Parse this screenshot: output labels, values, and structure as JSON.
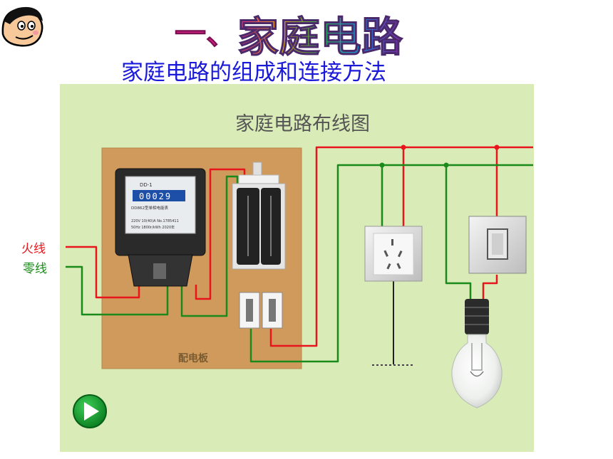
{
  "slide": {
    "section_heading": "一、家庭电路",
    "section_heading_prefix": "一、",
    "section_heading_main": "家庭电路",
    "subtitle": "家庭电路的组成和连接方法"
  },
  "diagram": {
    "title": "家庭电路布线图",
    "board_label": "配电板",
    "live_wire_label": "火线",
    "neutral_wire_label": "零线",
    "meter": {
      "model": "DD-1",
      "reading": "00029",
      "digits": [
        "0",
        "0",
        "0",
        "2",
        "9"
      ],
      "name_line": "DD862型单相电能表",
      "spec_line_1": "220V 10(40)A No.1785411",
      "spec_line_2": "50Hz 1800r/kWh 2020年"
    },
    "colors": {
      "live_wire": "#e8161c",
      "neutral_wire": "#1a8a1a",
      "panel_bg": "#d9ebb6",
      "board": "#cf9a5c",
      "play_button": "#0f9d2a"
    }
  },
  "controls": {
    "play_icon": "play-icon"
  }
}
